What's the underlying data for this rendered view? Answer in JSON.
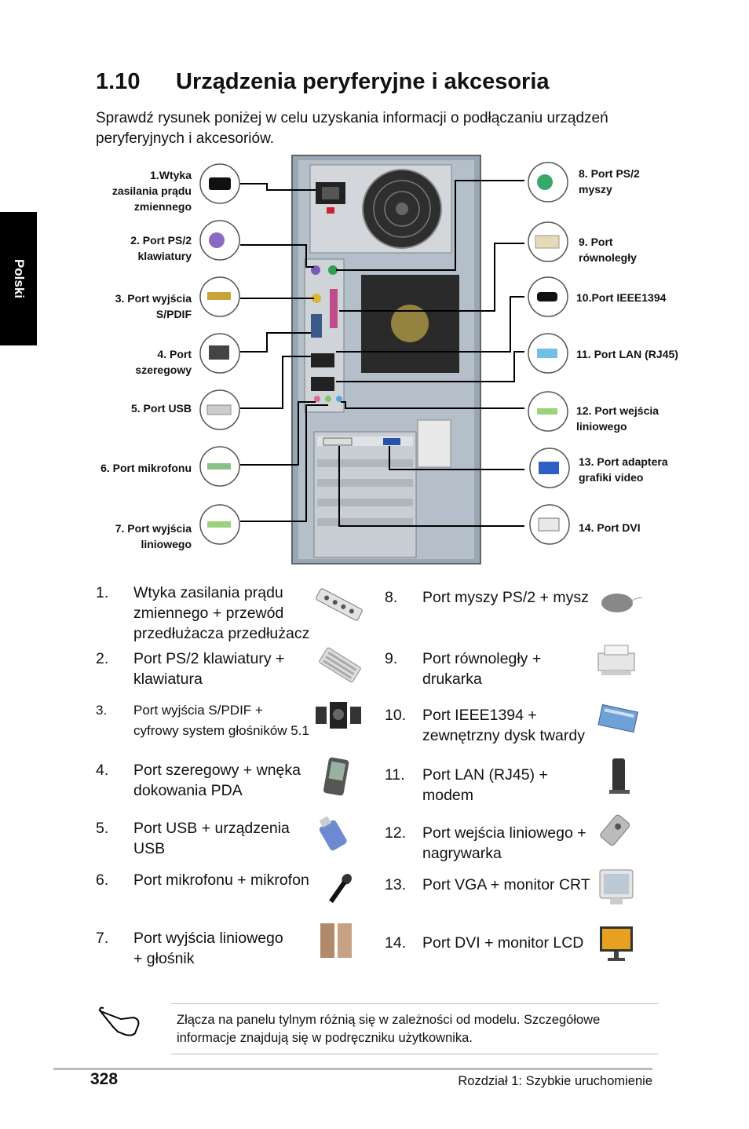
{
  "side_tab": "Polski",
  "heading": {
    "number": "1.10",
    "title": "Urządzenia peryferyjne i akcesoria"
  },
  "intro": "Sprawdź rysunek poniżej w celu uzyskania informacji o podłączaniu urządzeń peryferyjnych i akcesoriów.",
  "connectors_left": [
    {
      "lines": [
        "1.Wtyka",
        "zasilania prądu",
        "zmiennego"
      ],
      "icon": "power-plug-icon"
    },
    {
      "lines": [
        "2. Port PS/2",
        "klawiatury"
      ],
      "icon": "ps2-purple-plug-icon"
    },
    {
      "lines": [
        "3. Port wyjścia",
        "S/PDIF"
      ],
      "icon": "spdif-plug-icon"
    },
    {
      "lines": [
        "4. Port",
        "szeregowy"
      ],
      "icon": "serial-plug-icon"
    },
    {
      "lines": [
        "5. Port USB"
      ],
      "icon": "usb-plug-icon"
    },
    {
      "lines": [
        "6. Port mikrofonu"
      ],
      "icon": "mic-plug-icon"
    },
    {
      "lines": [
        "7. Port wyjścia",
        "liniowego"
      ],
      "icon": "line-out-plug-icon"
    }
  ],
  "connectors_right": [
    {
      "lines": [
        "8. Port PS/2",
        "myszy"
      ],
      "icon": "ps2-green-plug-icon"
    },
    {
      "lines": [
        "9. Port",
        "równoległy"
      ],
      "icon": "parallel-plug-icon"
    },
    {
      "lines": [
        "10.Port IEEE1394"
      ],
      "icon": "ieee1394-plug-icon"
    },
    {
      "lines": [
        "11. Port LAN (RJ45)"
      ],
      "icon": "lan-plug-icon"
    },
    {
      "lines": [
        "12. Port wejścia",
        "liniowego"
      ],
      "icon": "line-in-plug-icon"
    },
    {
      "lines": [
        "13. Port adaptera",
        "grafiki video"
      ],
      "icon": "vga-plug-icon"
    },
    {
      "lines": [
        "14. Port DVI"
      ],
      "icon": "dvi-plug-icon"
    }
  ],
  "list_left": [
    {
      "num": "1.",
      "lines": [
        "Wtyka zasilania prądu",
        "zmiennego + przewód",
        "przedłużacza przedłużacz"
      ],
      "icon": "power-strip-icon"
    },
    {
      "num": "2.",
      "lines": [
        "Port PS/2 klawiatury +",
        "klawiatura"
      ],
      "icon": "keyboard-icon"
    },
    {
      "num": "3.",
      "lines": [
        "Port wyjścia S/PDIF +",
        "cyfrowy system głośników 5.1"
      ],
      "icon": "speaker-system-icon"
    },
    {
      "num": "4.",
      "lines": [
        "Port szeregowy + wnęka",
        "dokowania PDA"
      ],
      "icon": "pda-icon"
    },
    {
      "num": "5.",
      "lines": [
        "Port USB + urządzenia",
        "USB"
      ],
      "icon": "usb-drive-icon"
    },
    {
      "num": "6.",
      "lines": [
        "Port mikrofonu + mikrofon"
      ],
      "icon": "microphone-icon"
    },
    {
      "num": "7.",
      "lines": [
        "Port wyjścia liniowego",
        "+ głośnik"
      ],
      "icon": "speaker-icon"
    }
  ],
  "list_right": [
    {
      "num": "8.",
      "lines": [
        "Port myszy PS/2 + mysz"
      ],
      "icon": "mouse-icon"
    },
    {
      "num": "9.",
      "lines": [
        "Port równoległy +",
        "drukarka"
      ],
      "icon": "printer-icon"
    },
    {
      "num": "10.",
      "lines": [
        "Port IEEE1394 +",
        "zewnętrzny dysk twardy"
      ],
      "icon": "hard-drive-icon"
    },
    {
      "num": "11.",
      "lines": [
        "Port LAN (RJ45) +",
        "modem"
      ],
      "icon": "modem-icon"
    },
    {
      "num": "12.",
      "lines": [
        "Port wejścia liniowego +",
        "nagrywarka"
      ],
      "icon": "recorder-icon"
    },
    {
      "num": "13.",
      "lines": [
        "Port VGA + monitor CRT"
      ],
      "icon": "crt-monitor-icon"
    },
    {
      "num": "14.",
      "lines": [
        "Port DVI + monitor LCD"
      ],
      "icon": "lcd-monitor-icon"
    }
  ],
  "note": "Złącza na panelu tylnym różnią się w zależności od modelu. Szczegółowe informacje znajdują się w podręczniku użytkownika.",
  "footer": {
    "page": "328",
    "chapter": "Rozdział 1: Szybkie uruchomienie"
  }
}
